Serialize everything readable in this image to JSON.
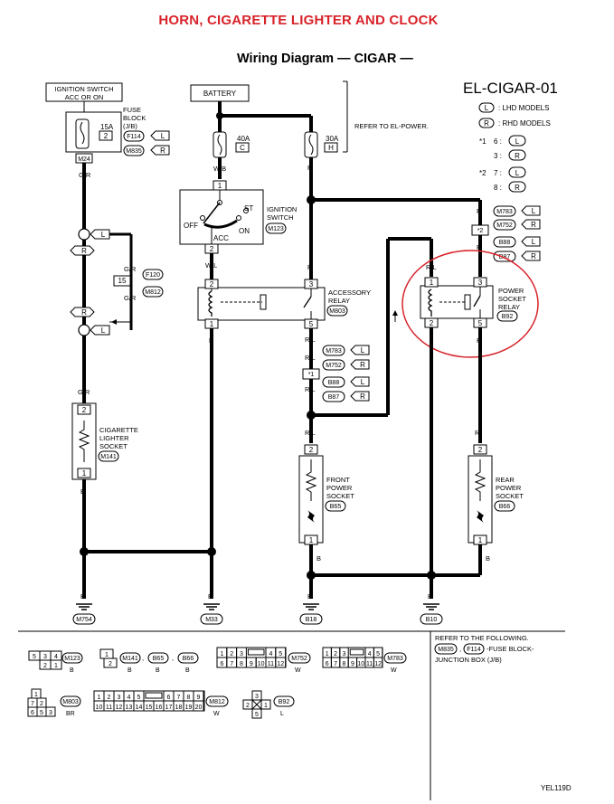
{
  "header": {
    "page_title": "HORN, CIGARETTE LIGHTER AND CLOCK",
    "diagram_heading": "Wiring Diagram — CIGAR —",
    "diagram_code": "EL-CIGAR-01",
    "corner_code": "YEL119D"
  },
  "legend": {
    "lhd_symbol": "L",
    "lhd_text": ": LHD MODELS",
    "rhd_symbol": "R",
    "rhd_text": ": RHD MODELS",
    "note1_mark": "*1",
    "note1_a_num": "6 :",
    "note1_a_sym": "L",
    "note1_b_num": "3 :",
    "note1_b_sym": "R",
    "note2_mark": "*2",
    "note2_a_num": "7 :",
    "note2_a_sym": "L",
    "note2_b_num": "8 :",
    "note2_b_sym": "R"
  },
  "components": {
    "ignition_switch_label": [
      "IGNITION SWITCH",
      "ACC OR ON"
    ],
    "fuse_block_label": [
      "FUSE",
      "BLOCK",
      "(J/B)"
    ],
    "fuse15_amps": "15A",
    "fuse15_num": "2",
    "fuse15_conn": "M24",
    "battery": "BATTERY",
    "refer_el_power": "REFER TO EL-POWER.",
    "fuse40_amps": "40A",
    "fuse40_letter": "C",
    "fuse30_amps": "30A",
    "fuse30_letter": "H",
    "ign_switch_name": [
      "IGNITION",
      "SWITCH"
    ],
    "ign_switch_conn": "M123",
    "ign_off": "OFF",
    "ign_acc": "ACC",
    "ign_on": "ON",
    "ign_st": "ST",
    "ign_pin_top": "1",
    "ign_pin_bottom": "2",
    "acc_relay_name": [
      "ACCESSORY",
      "RELAY"
    ],
    "acc_relay_conn": "M803",
    "acc_relay_pins": [
      "2",
      "3",
      "1",
      "5"
    ],
    "psr_name": [
      "POWER",
      "SOCKET",
      "RELAY"
    ],
    "psr_conn": "B92",
    "psr_pins": [
      "1",
      "3",
      "2",
      "5"
    ],
    "cig_name": [
      "CIGARETTE",
      "LIGHTER",
      "SOCKET"
    ],
    "cig_conn": "M141",
    "cig_pins": [
      "2",
      "1"
    ],
    "front_name": [
      "FRONT",
      "POWER",
      "SOCKET"
    ],
    "front_conn": "B65",
    "front_pins": [
      "2",
      "1"
    ],
    "rear_name": [
      "REAR",
      "POWER",
      "SOCKET"
    ],
    "rear_conn": "B66",
    "rear_pins": [
      "2",
      "1"
    ]
  },
  "wires": {
    "gr": "G/R",
    "wb": "W/B",
    "wl": "W/L",
    "r": "R",
    "rl": "R/L",
    "b": "B",
    "mid_pin": "15",
    "mid_conn_a": "F120",
    "mid_conn_b": "M812",
    "sym_l": "L",
    "sym_r": "R",
    "star1": "*1",
    "star2": "*2",
    "right_conn": [
      "M783",
      "M752",
      "B88",
      "B87"
    ],
    "mid_conn": [
      "M783",
      "M752",
      "B88",
      "B87"
    ]
  },
  "grounds": [
    "M754",
    "M33",
    "B18",
    "B10"
  ],
  "footer": {
    "refer_lines": [
      "REFER TO THE FOLLOWING.",
      "-FUSE BLOCK-",
      "JUNCTION BOX (J/B)"
    ],
    "refer_conn_a": "M835",
    "refer_conn_b": "F114",
    "conn_tags": [
      {
        "id": "M123",
        "color": "B"
      },
      {
        "id": "M141",
        "color": "B"
      },
      {
        "id": "B65",
        "color": "B"
      },
      {
        "id": "B66",
        "color": "B"
      },
      {
        "id": "M752",
        "color": "W"
      },
      {
        "id": "M783",
        "color": "W"
      },
      {
        "id": "M803",
        "color": "BR"
      },
      {
        "id": "M812",
        "color": "W"
      },
      {
        "id": "B92",
        "color": "L"
      }
    ],
    "pins_m123": [
      "5",
      "3",
      "4",
      "2",
      "1"
    ],
    "pins_m141": [
      "1",
      "2"
    ],
    "pins_m752": [
      "1",
      "2",
      "3",
      "4",
      "5",
      "6",
      "7",
      "8",
      "9",
      "10",
      "11",
      "12"
    ],
    "pins_m783": [
      "1",
      "2",
      "3",
      "4",
      "5",
      "6",
      "7",
      "8",
      "9",
      "10",
      "11",
      "12"
    ],
    "pins_m803": [
      "1",
      "2",
      "5",
      "7",
      "3",
      "6"
    ],
    "pins_m812": [
      "1",
      "2",
      "3",
      "4",
      "5",
      "6",
      "7",
      "8",
      "9",
      "10",
      "11",
      "12",
      "13",
      "14",
      "15",
      "16",
      "17",
      "18",
      "19",
      "20"
    ],
    "pins_b92": [
      "3",
      "2",
      "1",
      "5"
    ]
  },
  "colors": {
    "title": "#d8232a",
    "highlight": "#d8232a",
    "ink": "#000000"
  }
}
